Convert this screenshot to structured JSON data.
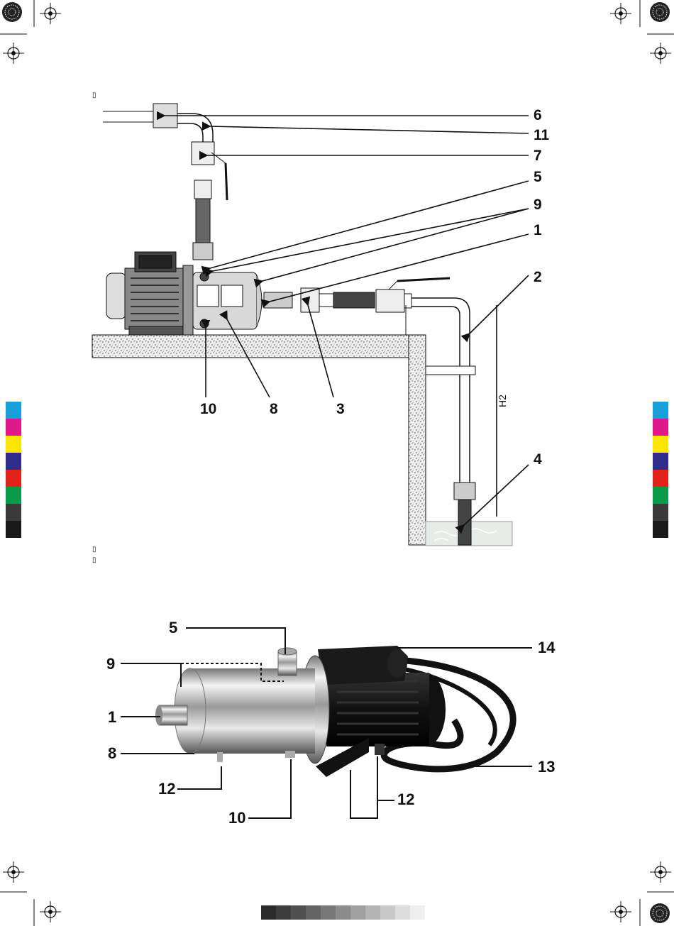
{
  "figure1": {
    "callouts": [
      "6",
      "11",
      "7",
      "5",
      "9",
      "1",
      "2",
      "10",
      "8",
      "3",
      "4"
    ],
    "height_label": "H2"
  },
  "figure2": {
    "callouts": [
      "5",
      "9",
      "1",
      "8",
      "12",
      "10",
      "14",
      "13",
      "12"
    ]
  },
  "marks": {
    "placeholder_glyph": "▯"
  },
  "print_colors": [
    "#1aa0d8",
    "#e0198a",
    "#ffe600",
    "#2e2e8a",
    "#e2231a",
    "#0a9a4a",
    "#3a3a3a",
    "#1a1a1a"
  ],
  "grey_steps": [
    "#2a2a2a",
    "#3d3d3d",
    "#505050",
    "#646464",
    "#787878",
    "#8c8c8c",
    "#a0a0a0",
    "#b4b4b4",
    "#c8c8c8",
    "#dcdcdc",
    "#efefef"
  ]
}
